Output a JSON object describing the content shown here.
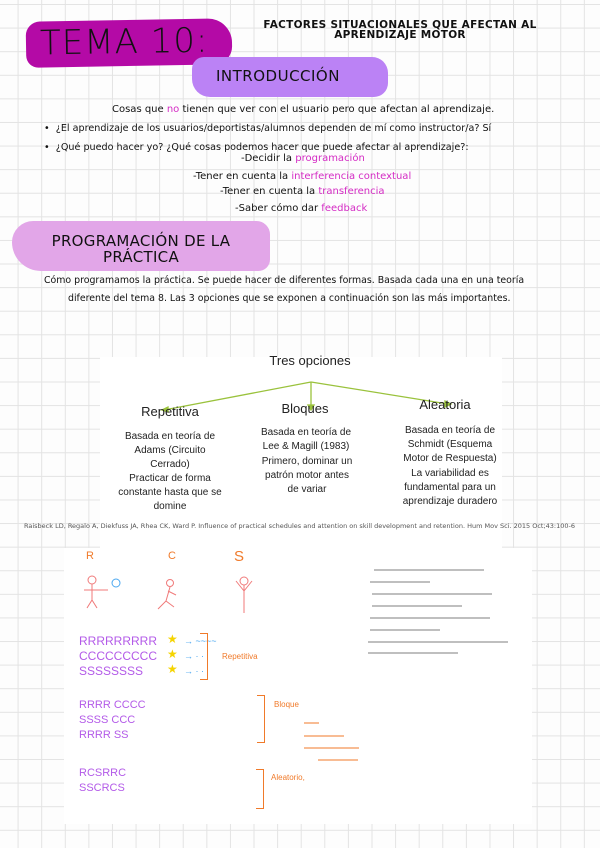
{
  "header": {
    "title": "TEMA 10:",
    "subtitle_line1": "FACTORES SITUACIONALES QUE AFECTAN AL",
    "subtitle_line2": "APRENDIZAJE MOTOR"
  },
  "intro": {
    "heading": "INTRODUCCIÓN",
    "line1_a": "Cosas que ",
    "line1_b": "no",
    "line1_c": " tienen que ver con el usuario pero que afectan al aprendizaje.",
    "bullet1": "¿El aprendizaje de los usuarios/deportistas/alumnos dependen de mí como instructor/a? Sí",
    "bullet2": "¿Qué puedo hacer yo? ¿Qué cosas podemos hacer que puede afectar al aprendizaje?:",
    "items": [
      {
        "prefix": "-Decidir la ",
        "term": "programación"
      },
      {
        "prefix": "-Tener en cuenta la ",
        "term": "interferencia contextual"
      },
      {
        "prefix": "-Tener en cuenta la ",
        "term": "transferencia"
      },
      {
        "prefix": "-Saber cómo dar ",
        "term": "feedback"
      }
    ]
  },
  "programacion": {
    "heading_line1": "PROGRAMACIÓN DE LA",
    "heading_line2": "PRÁCTICA",
    "para_line1": "Cómo programamos la práctica. Se puede hacer de diferentes formas. Basada cada una en una teoría",
    "para_line2": "diferente del tema 8. Las 3 opciones que se exponen a continuación son las más importantes."
  },
  "diagram": {
    "root": "Tres opciones",
    "arrow_color": "#9ac23c",
    "options": [
      {
        "title": "Repetitiva",
        "text1": "Basada en teoría de Adams (Circuito Cerrado)",
        "text2": "Practicar de forma constante hasta que se domine"
      },
      {
        "title": "Bloques",
        "text1": "Basada en teoría de Lee & Magill (1983)",
        "text2": "Primero, dominar un patrón motor antes de variar"
      },
      {
        "title": "Aleatoria",
        "text1": "Basada en teoría de Schmidt (Esquema Motor de Respuesta)",
        "text2": "La variabilidad es fundamental para un aprendizaje duradero"
      }
    ]
  },
  "citation": "Raisbeck LD, Regalo A, Diekfuss JA, Rhea CK, Ward P. Influence of practical schedules and attention on skill development and retention. Hum Mov Sci. 2015 Oct;43:100-6",
  "notes": {
    "labels": [
      "R",
      "C",
      "S"
    ],
    "rows_rep": [
      "RRRRRRRRR",
      "CCCCCCCCC",
      "SSSSSSSS"
    ],
    "rows_blo": [
      "RRRR CCCC",
      "SSSS CCC",
      "RRRR SS"
    ],
    "rows_ale": [
      "RCSRRC",
      "SSCRCS"
    ],
    "rep_label": "Repetitiva",
    "blo_label": "Bloque",
    "ale_label": "Aleatorio,"
  }
}
